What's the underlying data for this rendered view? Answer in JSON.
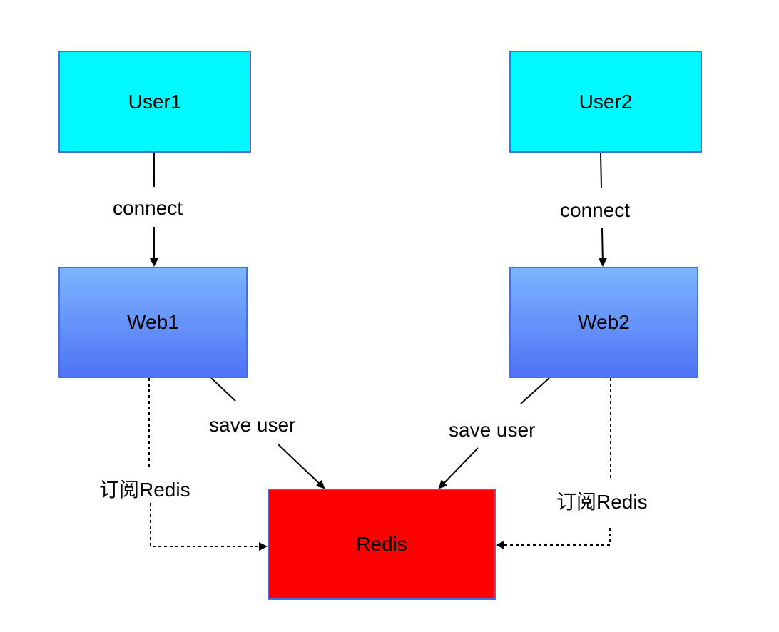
{
  "nodes": {
    "user1": "User1",
    "user2": "User2",
    "web1": "Web1",
    "web2": "Web2",
    "redis": "Redis"
  },
  "edges": {
    "connect_1": "connect",
    "connect_2": "connect",
    "save_user_1": "save user",
    "save_user_2": "save user",
    "subscribe_1": "订阅Redis",
    "subscribe_2": "订阅Redis"
  },
  "colors": {
    "user_fill": "#00f8ff",
    "web_fill_top": "#7db4ff",
    "web_fill_bottom": "#4f73f5",
    "redis_fill": "#ff0000",
    "border": "#4a6ee0"
  }
}
